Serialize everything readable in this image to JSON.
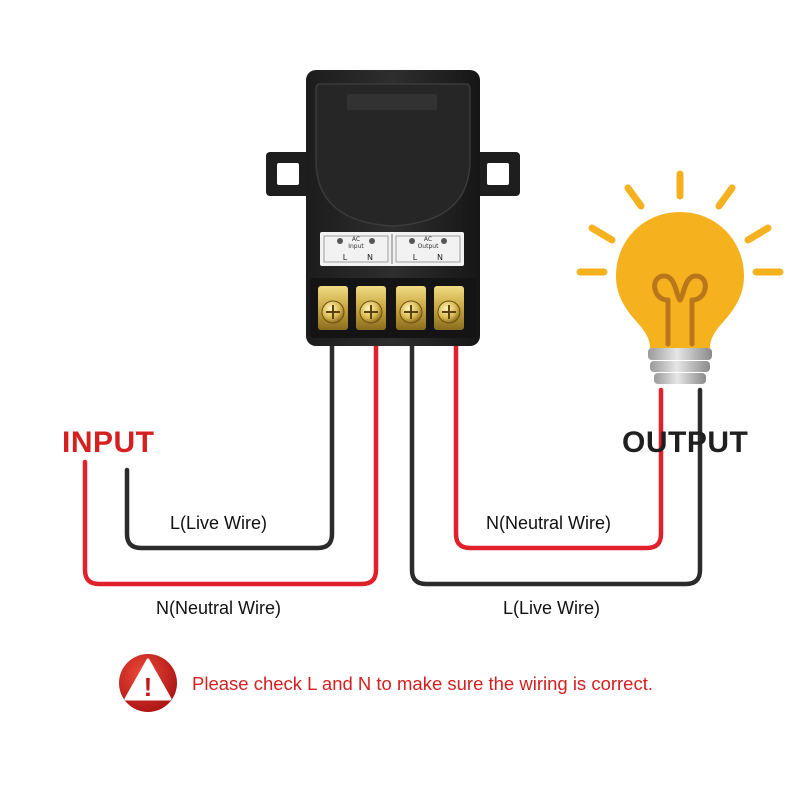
{
  "labels": {
    "input": "INPUT",
    "output": "OUTPUT",
    "live_left": "L(Live Wire)",
    "neutral_left": "N(Neutral Wire)",
    "neutral_right": "N(Neutral Wire)",
    "live_right": "L(Live Wire)"
  },
  "device": {
    "input_label_line1": "AC",
    "input_label_line2": "Input",
    "output_label_line1": "AC",
    "output_label_line2": "Output",
    "term_L1": "L",
    "term_N1": "N",
    "term_L2": "L",
    "term_N2": "N"
  },
  "warning": {
    "icon_glyph": "!",
    "text": "Please check L and N to make sure the wiring is correct."
  },
  "colors": {
    "input_label": "#d42020",
    "live_wire": "#2b2b2b",
    "neutral_wire": "#e0202a",
    "bulb": "#f5b21e",
    "warning_text": "#d42020",
    "warning_icon": "#c21818"
  }
}
